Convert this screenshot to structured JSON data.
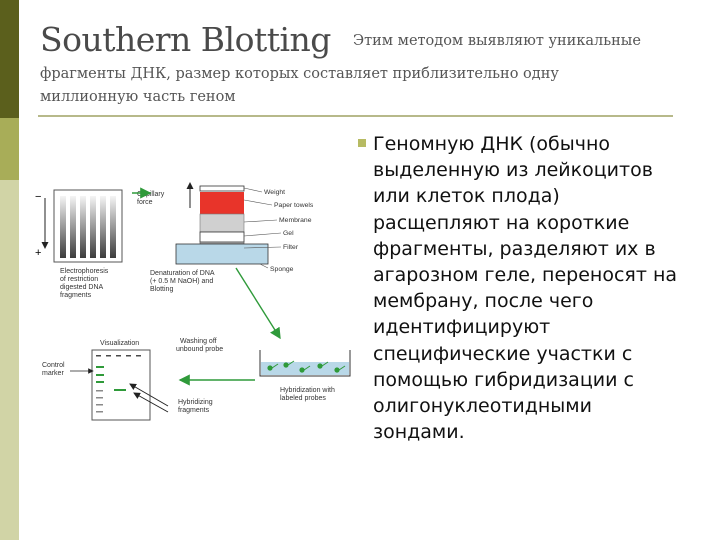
{
  "slide": {
    "title": "Southern Blotting",
    "subtitle_inline": "Этим методом выявляют уникальные",
    "subtitle_line2": "фрагменты ДНК, размер которых составляет приблизительно одну",
    "subtitle_line3": "миллионную часть геном",
    "body": "Геномную ДНК (обычно выделенную из лейкоцитов или клеток плода) расщепляют на короткие фрагменты, разделяют их в агарозном геле, переносят на мембрану, после чего идентифицируют специфические участки с помощью гибридизации с олигонуклеотидными зондами."
  },
  "diagram": {
    "gel_minus": "−",
    "gel_plus": "+",
    "gel_caption": [
      "Electrophoresis",
      "of restriction",
      "digested DNA",
      "fragments"
    ],
    "capillary_label": [
      "Capillary",
      "force"
    ],
    "stack_labels": [
      "Weight",
      "Paper towels",
      "Membrane",
      "Gel",
      "Filter",
      "Sponge"
    ],
    "denature_caption": [
      "Denaturation of DNA",
      "(+ 0.5 M NaOH) and",
      "Blotting"
    ],
    "hybridization_caption": [
      "Hybridization with",
      "labeled probes"
    ],
    "washing_caption": [
      "Washing off",
      "unbound probe"
    ],
    "visualization_label": "Visualization",
    "marker_label": [
      "Control",
      "marker"
    ],
    "hybrid_fragments_caption": [
      "Hybridizing",
      "fragments"
    ]
  },
  "colors": {
    "dark_bar": "#5b5f1c",
    "mid_bar": "#a8ad58",
    "light_bar": "#d1d4a6",
    "rule": "#b7b98a",
    "arrow_green": "#2f9a3a",
    "weight_red": "#e8342a",
    "tray_blue": "#b9d8e8"
  }
}
